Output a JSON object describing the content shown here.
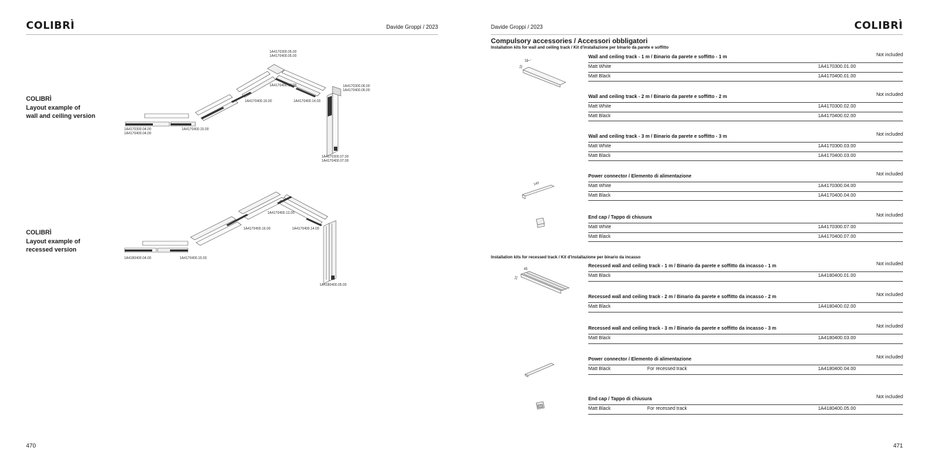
{
  "left_page": {
    "brand": "COLIBRÌ",
    "header_right": "Davide Groppi / 2023",
    "page_number": "470",
    "layouts": [
      {
        "title": [
          "COLIBRÌ",
          "Layout example of",
          "wall and ceiling version"
        ],
        "labels": [
          "1A4170300.05.00",
          "1A4170400.05.00",
          "1A4170400.13.00",
          "1A4170300.06.00",
          "1A4170400.06.00",
          "1A4170400.16.00",
          "1A4170400.14.00",
          "1A4170300.04.00",
          "1A4170400.04.00",
          "1A4170400.15.00",
          "1A4170300.07.00",
          "1A4170400.07.00"
        ]
      },
      {
        "title": [
          "COLIBRÌ",
          "Layout example of",
          "recessed version"
        ],
        "labels": [
          "1A4170400.13.00",
          "1A4170400.16.00",
          "1A4170400.14.00",
          "1A4180400.04.00",
          "1A4170400.15.00",
          "1A4180400.05.00"
        ]
      }
    ]
  },
  "right_page": {
    "brand": "COLIBRÌ",
    "header_left": "Davide Groppi / 2023",
    "page_number": "471",
    "section_title": "Compulsory accessories / Accessori obbligatori",
    "groups": [
      {
        "subtitle": "Installation kits for wall and ceiling track / Kit d'installazione per binario da parete e soffitto",
        "items": [
          {
            "name": "Wall and ceiling track - 1 m / Binario da parete e soffitto - 1 m",
            "note": "Not included",
            "dims": [
              "19",
              "10"
            ],
            "rows": [
              {
                "finish": "Matt White",
                "desc": "",
                "code": "1A4170300.01.00"
              },
              {
                "finish": "Matt Black",
                "desc": "",
                "code": "1A4170400.01.00"
              }
            ]
          },
          {
            "name": "Wall and ceiling track - 2 m / Binario da parete e soffitto - 2 m",
            "note": "Not included",
            "dims": [],
            "rows": [
              {
                "finish": "Matt White",
                "desc": "",
                "code": "1A4170300.02.00"
              },
              {
                "finish": "Matt Black",
                "desc": "",
                "code": "1A4170400.02.00"
              }
            ]
          },
          {
            "name": "Wall and ceiling track - 3 m / Binario da parete e soffitto - 3 m",
            "note": "Not included",
            "dims": [],
            "rows": [
              {
                "finish": "Matt White",
                "desc": "",
                "code": "1A4170300.03.00"
              },
              {
                "finish": "Matt Black",
                "desc": "",
                "code": "1A4170400.03.00"
              }
            ]
          },
          {
            "name": "Power connector / Elemento di alimentazione",
            "note": "Not included",
            "dims": [
              "140"
            ],
            "rows": [
              {
                "finish": "Matt White",
                "desc": "",
                "code": "1A4170300.04.00"
              },
              {
                "finish": "Matt Black",
                "desc": "",
                "code": "1A4170400.04.00"
              }
            ]
          },
          {
            "name": "End cap / Tappo di chiusura",
            "note": "Not included",
            "dims": [],
            "rows": [
              {
                "finish": "Matt White",
                "desc": "",
                "code": "1A4170300.07.00"
              },
              {
                "finish": "Matt Black",
                "desc": "",
                "code": "1A4170400.07.00"
              }
            ]
          }
        ]
      },
      {
        "subtitle": "Installation kits for recessed track / Kit d'installazione per binario da incasso",
        "items": [
          {
            "name": "Recessed wall and ceiling track - 1 m / Binario da parete e soffitto da incasso - 1 m",
            "note": "Not included",
            "dims": [
              "45",
              "15"
            ],
            "rows": [
              {
                "finish": "Matt Black",
                "desc": "",
                "code": "1A4180400.01.00"
              }
            ]
          },
          {
            "name": "Recessed wall and ceiling track - 2 m / Binario da parete e soffitto da incasso - 2 m",
            "note": "Not included",
            "dims": [],
            "rows": [
              {
                "finish": "Matt Black",
                "desc": "",
                "code": "1A4180400.02.00"
              }
            ]
          },
          {
            "name": "Recessed wall and ceiling track - 3 m / Binario da parete e soffitto da incasso - 3 m",
            "note": "Not included",
            "dims": [],
            "rows": [
              {
                "finish": "Matt Black",
                "desc": "",
                "code": "1A4180400.03.00"
              }
            ]
          },
          {
            "name": "Power connector / Elemento di alimentazione",
            "note": "Not included",
            "dims": [],
            "rows": [
              {
                "finish": "Matt Black",
                "desc": "For recessed track",
                "code": "1A4180400.04.00"
              }
            ]
          },
          {
            "name": "End cap / Tappo di chiusura",
            "note": "Not included",
            "dims": [],
            "rows": [
              {
                "finish": "Matt Black",
                "desc": "For recessed track",
                "code": "1A4180400.05.00"
              }
            ]
          }
        ]
      }
    ]
  }
}
